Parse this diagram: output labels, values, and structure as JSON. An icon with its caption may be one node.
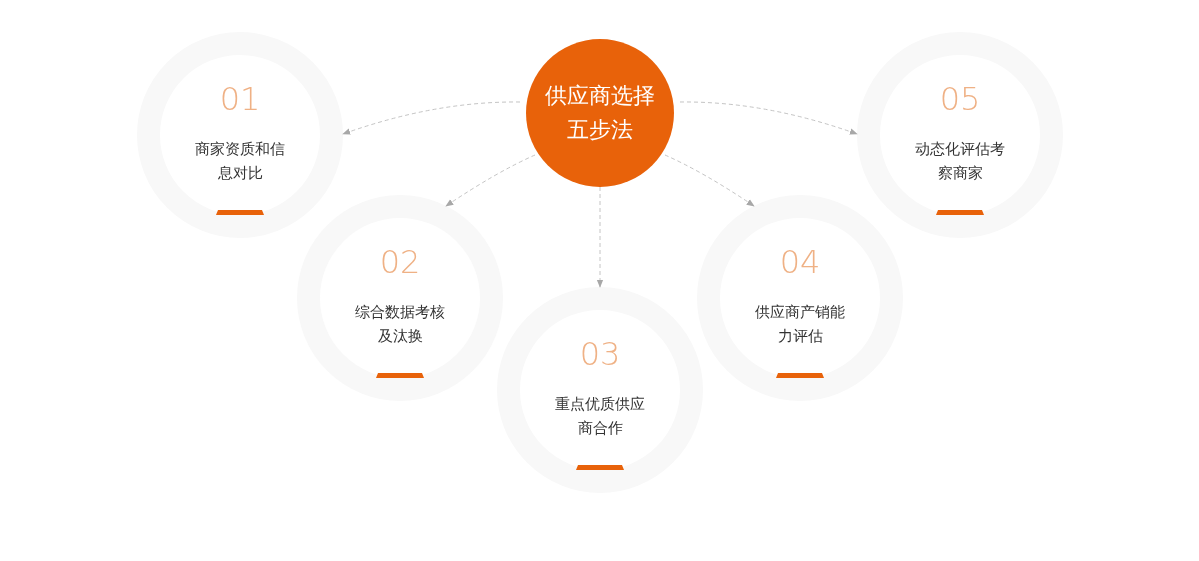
{
  "diagram": {
    "nodes": [
      {
        "text": [
          "供应商选择五步法"
        ]
      },
      {
        "text": [
          "01",
          "商家资质和信息对比"
        ]
      },
      {
        "text": [
          "02",
          "综合数据考核及汰换"
        ]
      },
      {
        "text": [
          "03",
          "重点优质供应商合作"
        ]
      },
      {
        "text": [
          "04",
          "供应商产销能力评估"
        ]
      },
      {
        "text": [
          "05",
          "动态化评估考察商家"
        ]
      }
    ],
    "edges": [
      {
        "from": 0,
        "to": 1,
        "arrow": "to",
        "style": "dashed"
      },
      {
        "from": 0,
        "to": 2,
        "arrow": "to",
        "style": "dashed"
      },
      {
        "from": 0,
        "to": 3,
        "arrow": "to",
        "style": "dashed"
      },
      {
        "from": 0,
        "to": 4,
        "arrow": "to",
        "style": "dashed"
      },
      {
        "from": 0,
        "to": 5,
        "arrow": "to",
        "style": "dashed"
      }
    ]
  }
}
